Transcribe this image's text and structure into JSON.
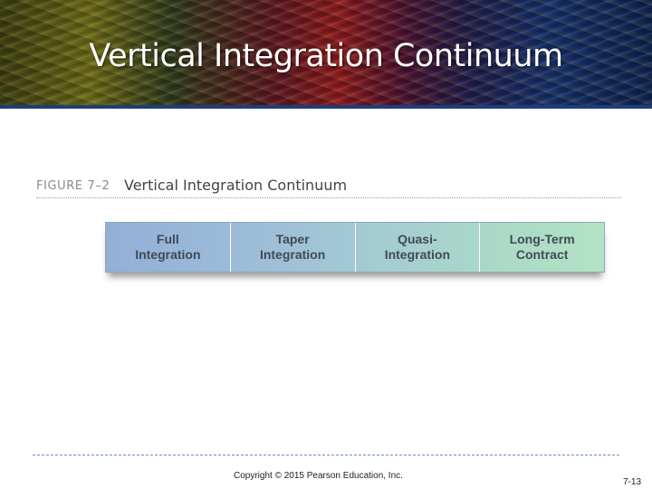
{
  "slide": {
    "title": "Vertical Integration Continuum"
  },
  "figure": {
    "label": "FIGURE 7–2",
    "title": "Vertical Integration Continuum",
    "continuum": [
      "Full\nIntegration",
      "Taper\nIntegration",
      "Quasi-\nIntegration",
      "Long-Term\nContract"
    ]
  },
  "footer": {
    "copyright": "Copyright © 2015 Pearson Education, Inc.",
    "slide_number": "7-13"
  },
  "colors": {
    "title_text": "#ffffff",
    "banner_rule": "#1f3d7a",
    "continuum_start": "#93afd6",
    "continuum_end": "#b3e3c4"
  }
}
